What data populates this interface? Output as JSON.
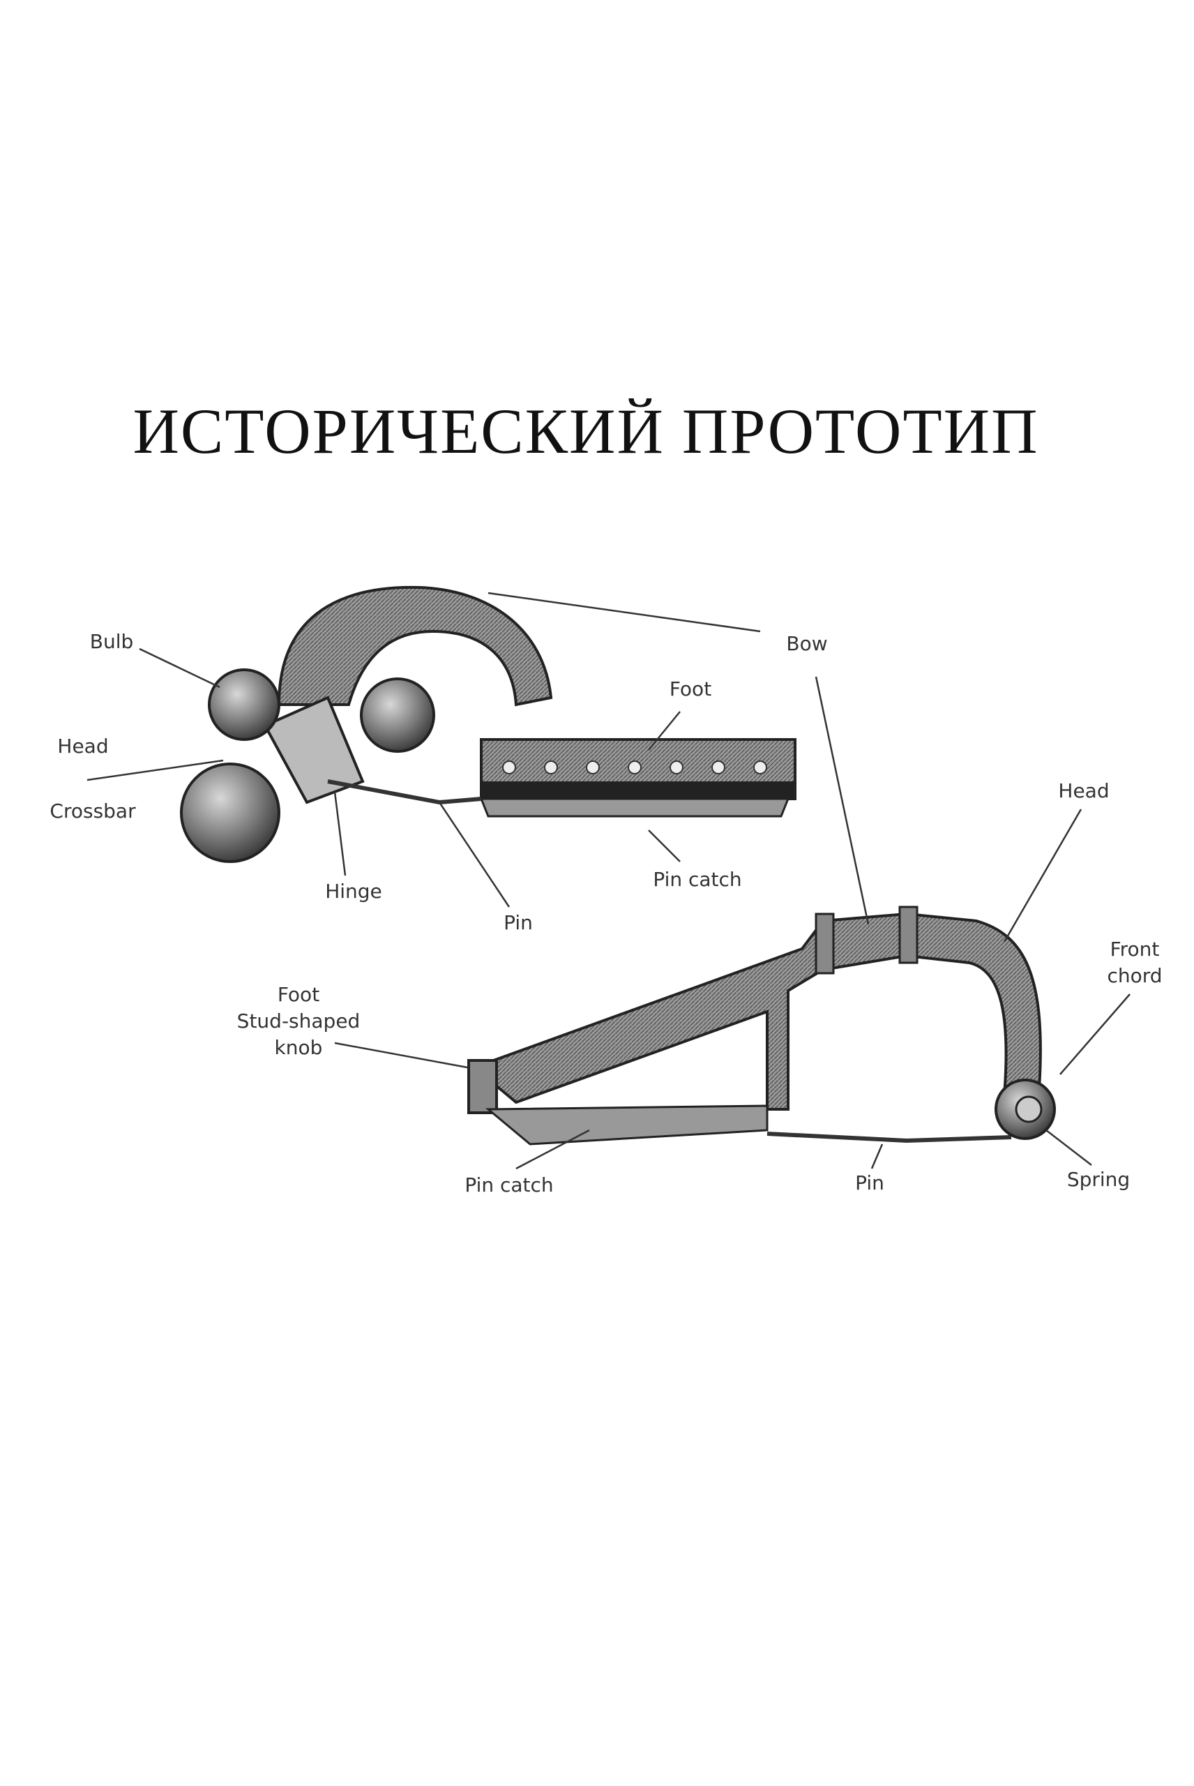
{
  "title": "ИСТОРИЧЕСКИЙ ПРОТОТИП",
  "figure_top": {
    "labels": {
      "bulb": "Bulb",
      "head": "Head",
      "crossbar": "Crossbar",
      "hinge": "Hinge",
      "pin": "Pin",
      "pin_catch": "Pin catch",
      "foot": "Foot",
      "bow": "Bow"
    }
  },
  "figure_bottom": {
    "labels": {
      "head": "Head",
      "front": "Front",
      "chord": "chord",
      "foot": "Foot",
      "stud_shaped": "Stud-shaped",
      "knob": "knob",
      "pin_catch": "Pin catch",
      "pin": "Pin",
      "spring": "Spring"
    }
  }
}
